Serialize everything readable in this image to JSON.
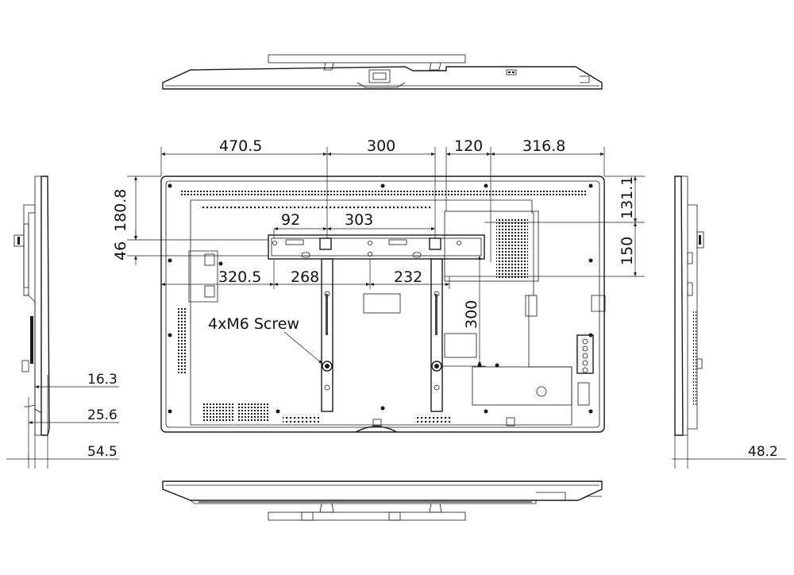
{
  "dimensions": {
    "top_470": "470.5",
    "top_300": "300",
    "top_120": "120",
    "top_316": "316.8",
    "left_180": "180.8",
    "left_46": "46",
    "right_131": "131.1",
    "right_150": "150",
    "bracket_92": "92",
    "bracket_303": "303",
    "horiz_320": "320.5",
    "horiz_268": "268",
    "horiz_232": "232",
    "vert_300": "300",
    "side_16": "16.3",
    "side_25": "25.6",
    "side_54": "54.5",
    "side_48": "48.2"
  },
  "annotations": {
    "screw": "4xM6 Screw"
  },
  "colors": {
    "line": "#1a1a1a",
    "background": "#ffffff"
  }
}
